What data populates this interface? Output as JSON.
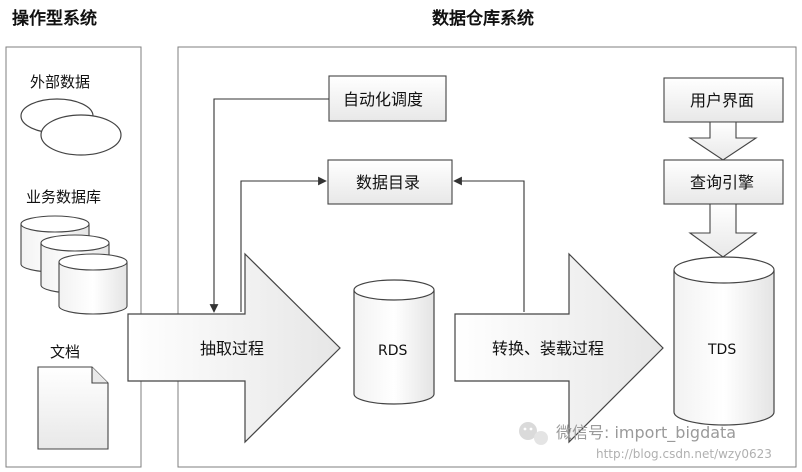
{
  "sections": {
    "operational_title": "操作型系统",
    "warehouse_title": "数据仓库系统"
  },
  "sources": {
    "external_label": "外部数据",
    "business_db_label": "业务数据库",
    "document_label": "文档"
  },
  "process": {
    "scheduler": "自动化调度",
    "catalog": "数据目录",
    "extract": "抽取过程",
    "rds": "RDS",
    "transform": "转换、装载过程",
    "tds": "TDS",
    "user_ui": "用户界面",
    "query_engine": "查询引擎"
  },
  "watermark": {
    "wechat": "微信号: import_bigdata",
    "url": "http://blog.csdn.net/wzy0623"
  }
}
